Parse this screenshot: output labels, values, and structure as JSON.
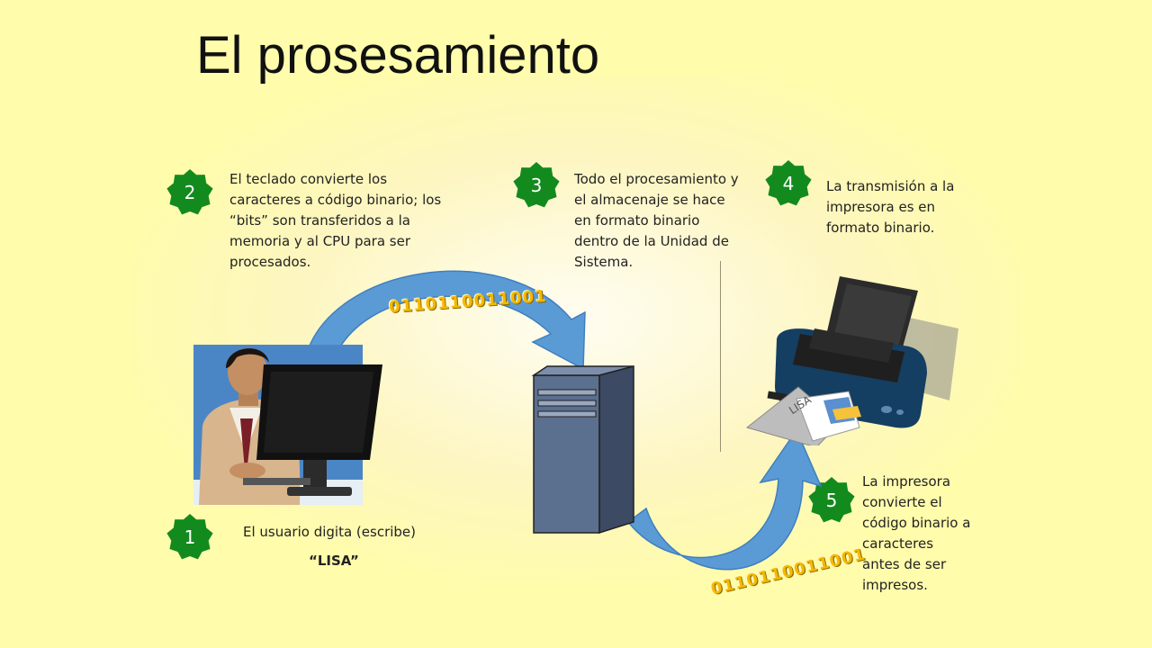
{
  "title": "El prosesamiento",
  "steps": [
    {
      "number": "1",
      "text": "El usuario digita (escribe)"
    },
    {
      "number": "2",
      "text": "El teclado convierte los caracteres a código binario;  los “bits” son transferidos a la memoria y al CPU para ser procesados."
    },
    {
      "number": "3",
      "text": "Todo el procesamiento y el almacenaje se hace en formato binario dentro de la Unidad de Sistema."
    },
    {
      "number": "4",
      "text": "La transmisión a la impresora es en formato binario."
    },
    {
      "number": "5",
      "text": "La impresora convierte el código binario a caracteres antes de ser impresos."
    }
  ],
  "typed_word": "“LISA”",
  "binary_top": "0110110011001",
  "binary_bottom": "0110110011001",
  "paper_text": "LISA",
  "colors": {
    "background": "#fffcab",
    "badge": "#138a1e",
    "arrow": "#5b9bd5",
    "binary": "#f5b800"
  },
  "icons": [
    "user-at-computer-icon",
    "system-unit-icon",
    "printer-icon",
    "curved-arrow-icon"
  ]
}
